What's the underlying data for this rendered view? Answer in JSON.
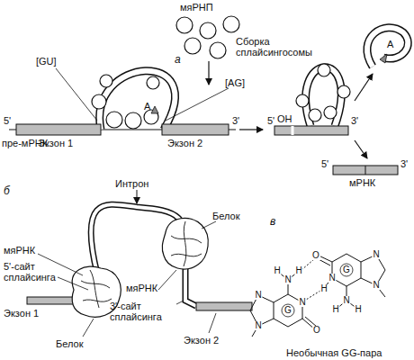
{
  "diagram": {
    "labels": [
      "мяРНП",
      "а",
      "Сборка сплайсингосомы",
      "[GU]",
      "[AG]",
      "5'",
      "пре-мРНК",
      "Экзон 1",
      "Экзон 2",
      "3'",
      "А",
      "5'",
      "ОН",
      "3'",
      "А",
      "5'",
      "3'",
      "мРНК",
      "б",
      "Интрон",
      "мяРНК",
      "5'-сайт сплайсинга",
      "Экзон 1",
      "Белок",
      "Белок",
      "мяРНК",
      "3'-сайт сплайсинга",
      "Экзон 2",
      "в",
      "G",
      "G",
      "Необычная GG-пара",
      "N",
      "N",
      "N",
      "H",
      "O",
      "N",
      "H",
      "H",
      "N",
      "H",
      "H",
      "N",
      "N",
      "N",
      "O"
    ]
  }
}
